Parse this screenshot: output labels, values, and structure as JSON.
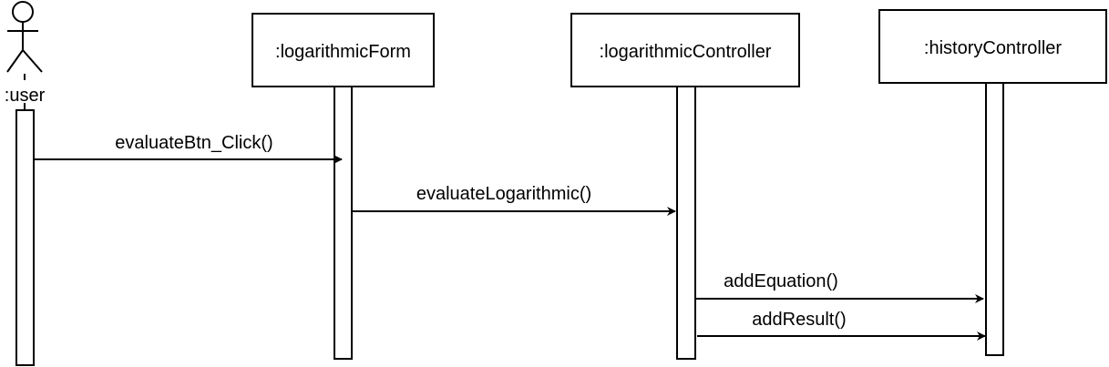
{
  "diagram": {
    "actor": {
      "name": ":user"
    },
    "lifelines": [
      {
        "id": "form",
        "name": ":logarithmicForm"
      },
      {
        "id": "controller",
        "name": ":logarithmicController"
      },
      {
        "id": "history",
        "name": ":historyController"
      }
    ],
    "messages": [
      {
        "from": "user",
        "to": "form",
        "label": "evaluateBtn_Click()"
      },
      {
        "from": "form",
        "to": "controller",
        "label": "evaluateLogarithmic()"
      },
      {
        "from": "controller",
        "to": "history",
        "label": "addEquation()"
      },
      {
        "from": "controller",
        "to": "history",
        "label": "addResult()"
      }
    ]
  }
}
